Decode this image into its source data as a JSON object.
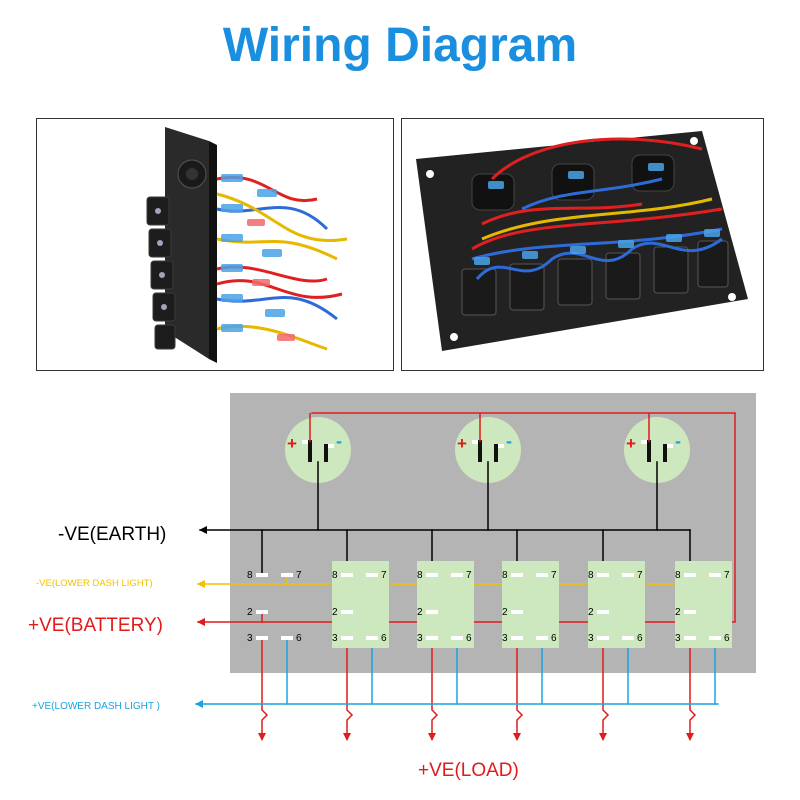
{
  "title": "Wiring Diagram",
  "labels": {
    "earth": "-VE(EARTH)",
    "lower_dash_neg": "-VE(LOWER DASH LIGHT)",
    "battery": "+VE(BATTERY)",
    "lower_dash_pos": "+VE(LOWER DASH LIGHT )",
    "load": "+VE(LOAD)"
  },
  "sockets": {
    "plus": "+",
    "minus": "-"
  },
  "pins": {
    "p8": "8",
    "p7": "7",
    "p2": "2",
    "p3": "3",
    "p6": "6"
  },
  "colors": {
    "title": "#1a8fe0",
    "panel": "#b4b4b4",
    "socket": "#cde8bf",
    "switch_pad": "#cde8bf",
    "red": "#e11b1b",
    "blue": "#1aa3e0",
    "yellow": "#f2c200",
    "black": "#000000"
  }
}
